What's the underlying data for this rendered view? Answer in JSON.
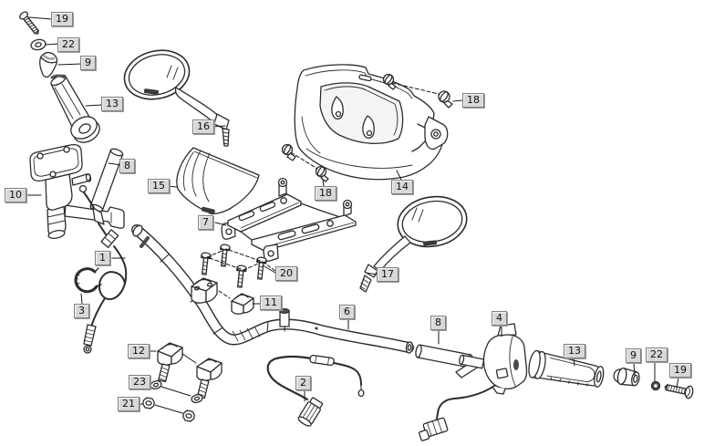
{
  "diagram": {
    "type": "exploded-parts-diagram",
    "subject": "handlebar-assembly",
    "background_color": "#ffffff",
    "line_color": "#2c2c2c",
    "callout_style": {
      "background": "#d8d8d8",
      "border": "#7e7e7e",
      "text": "#111111"
    },
    "callouts": [
      {
        "label": "19",
        "part": "screw-top-left"
      },
      {
        "label": "22",
        "part": "washer-top-left"
      },
      {
        "label": "9",
        "part": "grip-end-left"
      },
      {
        "label": "13",
        "part": "grip-left"
      },
      {
        "label": "16",
        "part": "mirror-left"
      },
      {
        "label": "8",
        "part": "tube-left"
      },
      {
        "label": "15",
        "part": "windscreen"
      },
      {
        "label": "10",
        "part": "master-cylinder"
      },
      {
        "label": "7",
        "part": "bracket"
      },
      {
        "label": "18",
        "part": "bolts-left"
      },
      {
        "label": "14",
        "part": "handlebar-cover"
      },
      {
        "label": "18",
        "part": "bolts-right"
      },
      {
        "label": "17",
        "part": "mirror-right"
      },
      {
        "label": "1",
        "part": "cable-left"
      },
      {
        "label": "3",
        "part": "clip"
      },
      {
        "label": "20",
        "part": "clamp-bolts"
      },
      {
        "label": "11",
        "part": "upper-holders"
      },
      {
        "label": "6",
        "part": "handlebar"
      },
      {
        "label": "12",
        "part": "lower-holders"
      },
      {
        "label": "23",
        "part": "washers"
      },
      {
        "label": "21",
        "part": "nuts"
      },
      {
        "label": "2",
        "part": "cable-bottom"
      },
      {
        "label": "8",
        "part": "tube-right"
      },
      {
        "label": "4",
        "part": "switch-housing"
      },
      {
        "label": "13",
        "part": "grip-right"
      },
      {
        "label": "9",
        "part": "grip-end-right"
      },
      {
        "label": "22",
        "part": "washer-right"
      },
      {
        "label": "19",
        "part": "screw-right"
      }
    ]
  }
}
